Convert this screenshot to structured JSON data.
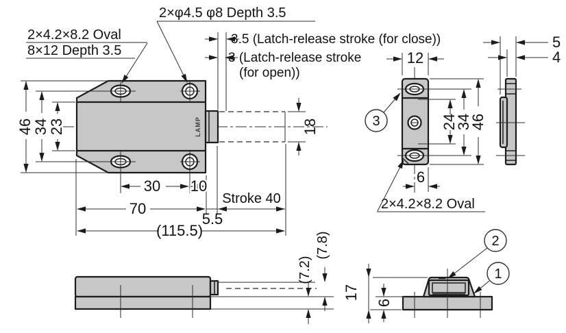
{
  "drawing": {
    "background": "#ffffff",
    "colors": {
      "part_fill": "#c6c7c6",
      "outline": "#1c1c1c",
      "line": "#2b2b2b",
      "text": "#111111"
    },
    "annotations": {
      "oval_hole_spec_line1": "2×4.2×8.2 Oval",
      "oval_hole_spec_line2": "8×12 Depth 3.5",
      "round_hole_spec": "2×φ4.5 φ8 Depth 3.5",
      "latch_release_close": "3.5 (Latch-release stroke (for close))",
      "latch_release_open_line1": "3 (Latch-release stroke",
      "latch_release_open_line2": "(for open))",
      "stroke_label": "Stroke 40",
      "strike_oval_spec": "2×4.2×8.2 Oval",
      "brand": "LAMP"
    },
    "dimensions": {
      "body_height": "46",
      "hole_pitch_v": "34",
      "body_depth": "23",
      "rod_width": "18",
      "hole_pitch_h": "30",
      "hole_edge": "10",
      "body_length": "70",
      "rod_tip": "5.5",
      "total_extended": "(115.5)",
      "strike_width": "12",
      "strike_pitch_mid": "24",
      "strike_pitch": "34",
      "strike_height": "46",
      "strike_center_edge": "6",
      "strike_total_thk": "5",
      "strike_plate_thk": "4",
      "rod_offset_close": "(7.2)",
      "rod_offset_open": "(7.8)",
      "strike_profile_height": "17",
      "strike_base_thk": "6"
    },
    "callouts": {
      "item1": "1",
      "item2": "2",
      "item3": "3"
    }
  }
}
